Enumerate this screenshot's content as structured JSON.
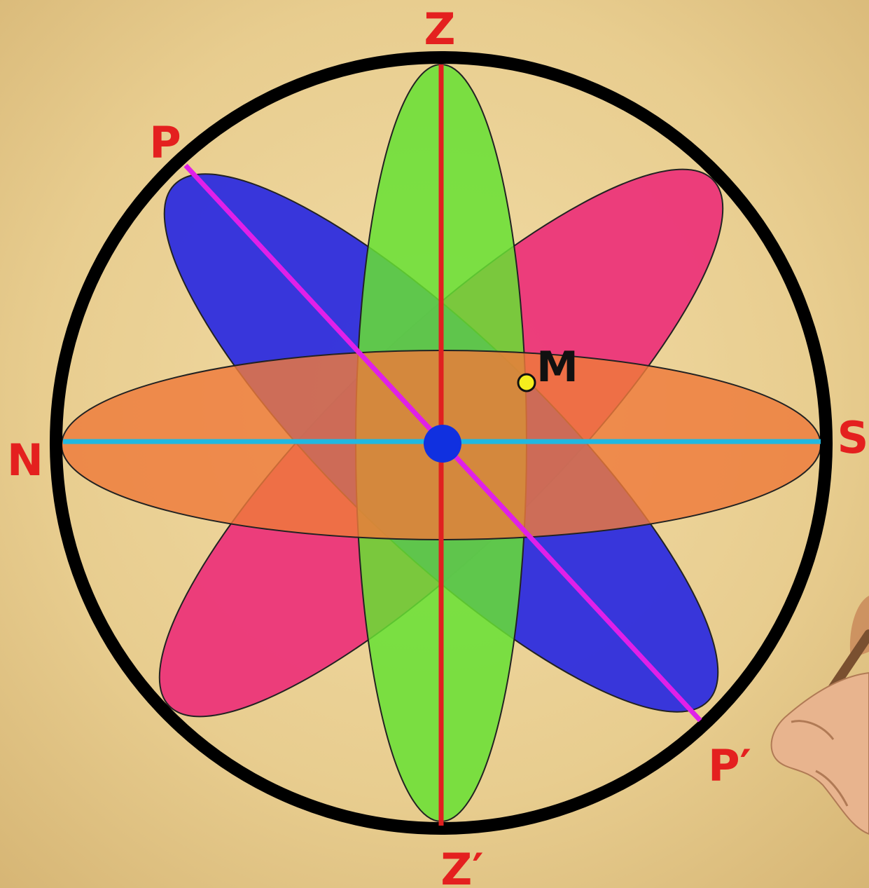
{
  "diagram": {
    "labels": {
      "zenith": "Z",
      "nadir": "Z′",
      "north": "N",
      "south": "S",
      "pole": "P",
      "pole_opposite": "P′",
      "point_m": "M"
    },
    "colors": {
      "background": "#e8cf93",
      "sphere_outline": "#000000",
      "label_red": "#e4201f",
      "label_black": "#111111",
      "meridian_green": "#66e033",
      "equator_blue": "#2a2ae0",
      "prime_vertical_pink": "#ec3278",
      "horizon_orange": "#ee7a3a",
      "zenith_axis_red": "#e02020",
      "pole_axis_magenta": "#e020e8",
      "meridian_line_cyan": "#21b8e0",
      "center_dot_blue": "#1030e0",
      "point_m_yellow": "#f4ee1e"
    }
  }
}
